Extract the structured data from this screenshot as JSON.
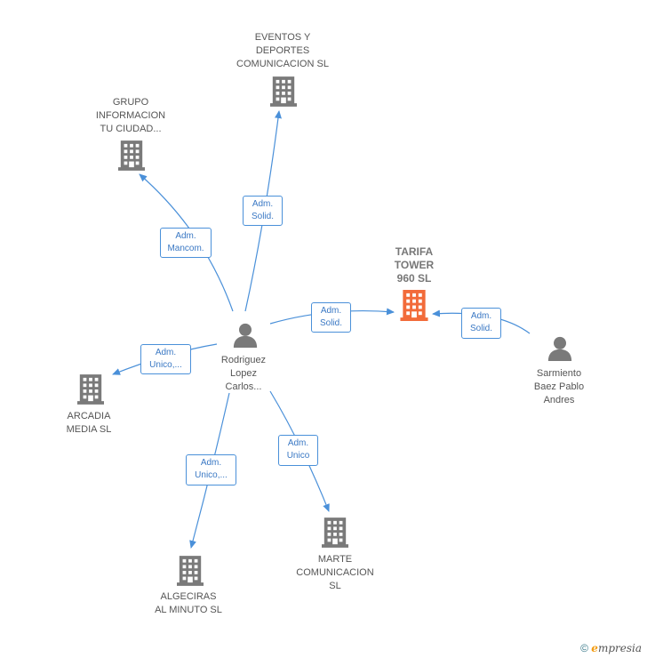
{
  "colors": {
    "edge": "#4a90d9",
    "company_icon": "#7a7a7a",
    "person_icon": "#7a7a7a",
    "focus_icon": "#f26b3a"
  },
  "nodes": {
    "eventos": {
      "label": "EVENTOS Y\nDEPORTES\nCOMUNICACION SL",
      "icon": "building-icon"
    },
    "grupo": {
      "label": "GRUPO\nINFORMACION\nTU CIUDAD...",
      "icon": "building-icon"
    },
    "tarifa": {
      "label": "TARIFA\nTOWER\n960  SL",
      "icon": "building-icon"
    },
    "rodriguez": {
      "label": "Rodriguez\nLopez\nCarlos...",
      "icon": "person-icon"
    },
    "sarmiento": {
      "label": "Sarmiento\nBaez Pablo\nAndres",
      "icon": "person-icon"
    },
    "arcadia": {
      "label": "ARCADIA\nMEDIA  SL",
      "icon": "building-icon"
    },
    "marte": {
      "label": "MARTE\nCOMUNICACION\nSL",
      "icon": "building-icon"
    },
    "algeciras": {
      "label": "ALGECIRAS\nAL MINUTO SL",
      "icon": "building-icon"
    }
  },
  "edges": {
    "to_eventos": "Adm.\nSolid.",
    "to_grupo": "Adm.\nMancom.",
    "to_tarifa": "Adm.\nSolid.",
    "sarmiento_tarifa": "Adm.\nSolid.",
    "to_arcadia": "Adm.\nUnico,...",
    "to_algeciras": "Adm.\nUnico,...",
    "to_marte": "Adm.\nUnico"
  },
  "watermark": {
    "symbol": "©",
    "brand_first": "e",
    "brand_rest": "mpresia"
  }
}
